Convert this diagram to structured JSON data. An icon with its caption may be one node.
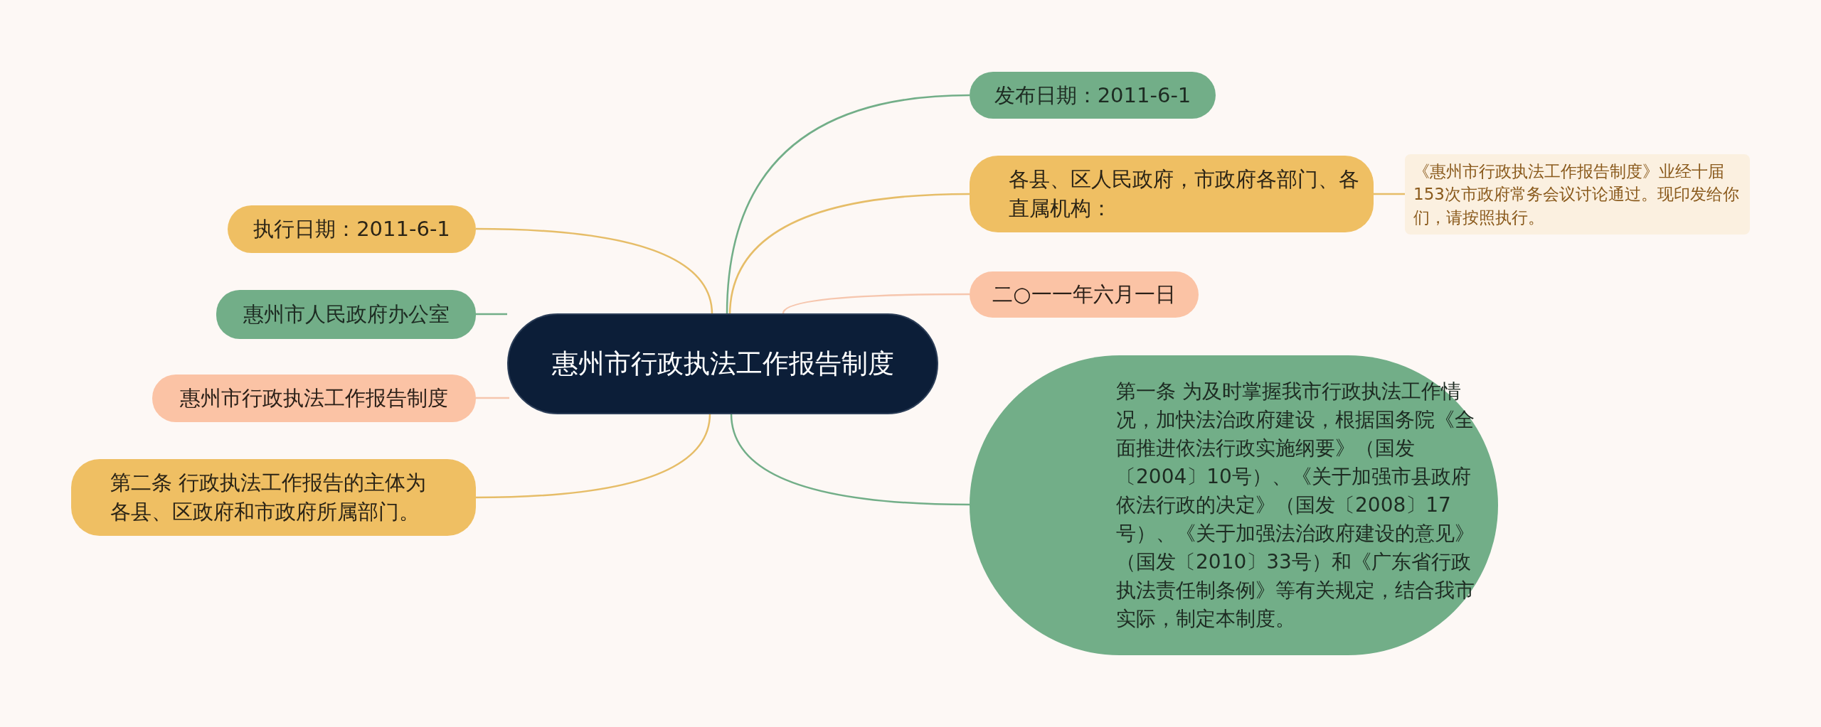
{
  "diagram": {
    "nodes": [
      {
        "text": [
          "惠州市行政执法工作报告制度"
        ]
      },
      {
        "text": [
          "发布日期：2011-6-1"
        ]
      },
      {
        "text": [
          "各县、区人民政府，市政府各部门、各直属机构："
        ]
      },
      {
        "text": [
          "《惠州市行政执法工作报告制度》业经十届153次市政府常务会议讨论通过。现印发给你们，请按照执行。"
        ]
      },
      {
        "text": [
          "二○一一年六月一日"
        ]
      },
      {
        "text": [
          "第一条 为及时掌握我市行政执法工作情况，加快法治政府建设，根据国务院《全面推进依法行政实施纲要》（国发〔2004〕10号）、《关于加强市县政府依法行政的决定》（国发〔2008〕17号）、《关于加强法治政府建设的意见》（国发〔2010〕33号）和《广东省行政执法责任制条例》等有关规定，结合我市实际，制定本制度。"
        ]
      },
      {
        "text": [
          "执行日期：2011-6-1"
        ]
      },
      {
        "text": [
          "惠州市人民政府办公室"
        ]
      },
      {
        "text": [
          "惠州市行政执法工作报告制度"
        ]
      },
      {
        "text": [
          "第二条 行政执法工作报告的主体为各县、区政府和市政府所属部门。"
        ]
      }
    ],
    "edges": [
      {
        "from": 0,
        "to": 1,
        "arrow": "none",
        "color": "#72ae88"
      },
      {
        "from": 0,
        "to": 2,
        "arrow": "none",
        "color": "#e6bd68"
      },
      {
        "from": 2,
        "to": 3,
        "arrow": "none",
        "color": "#e6bd68"
      },
      {
        "from": 0,
        "to": 4,
        "arrow": "none",
        "color": "#f6c6ae"
      },
      {
        "from": 0,
        "to": 5,
        "arrow": "none",
        "color": "#72ae88"
      },
      {
        "from": 0,
        "to": 6,
        "arrow": "none",
        "color": "#e6bd68"
      },
      {
        "from": 0,
        "to": 7,
        "arrow": "none",
        "color": "#72ae88"
      },
      {
        "from": 0,
        "to": 8,
        "arrow": "none",
        "color": "#f6c6ae"
      },
      {
        "from": 0,
        "to": 9,
        "arrow": "none",
        "color": "#e6bd68"
      }
    ]
  }
}
